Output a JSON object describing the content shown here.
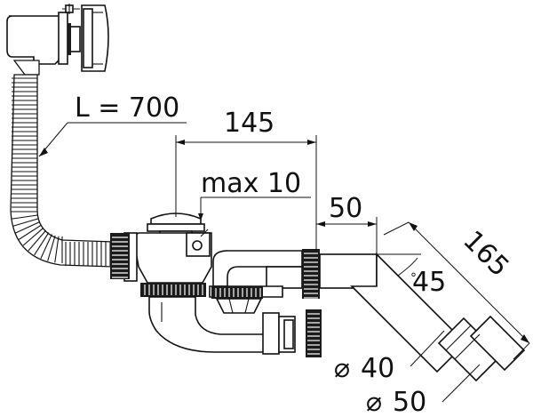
{
  "dimensions": {
    "hose_length": "L = 700",
    "horizontal_length": "145",
    "max_thickness": "max 10",
    "outlet_length": "50",
    "angle": "45",
    "diagonal_length": "165",
    "diameter_small": "40",
    "diameter_large": "50"
  },
  "symbols": {
    "diameter": "⌀",
    "degree": "°"
  },
  "colors": {
    "line": "#111111",
    "rings": "#1b1b1b",
    "background": "#ffffff"
  }
}
